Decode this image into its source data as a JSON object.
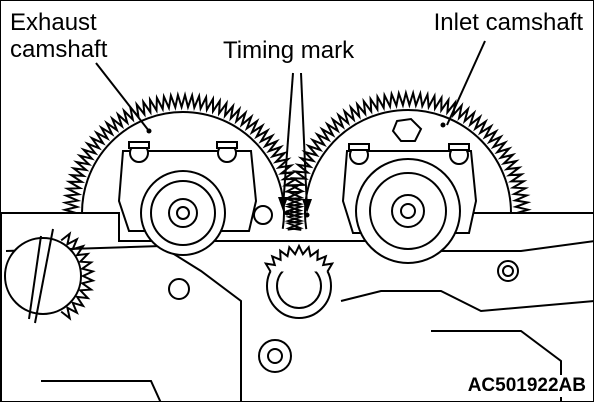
{
  "labels": {
    "exhaust": "Exhaust\ncamshaft",
    "inlet": "Inlet camshaft",
    "timing": "Timing mark"
  },
  "figure_code": "AC501922AB",
  "colors": {
    "line": "#000000",
    "background": "#ffffff"
  }
}
